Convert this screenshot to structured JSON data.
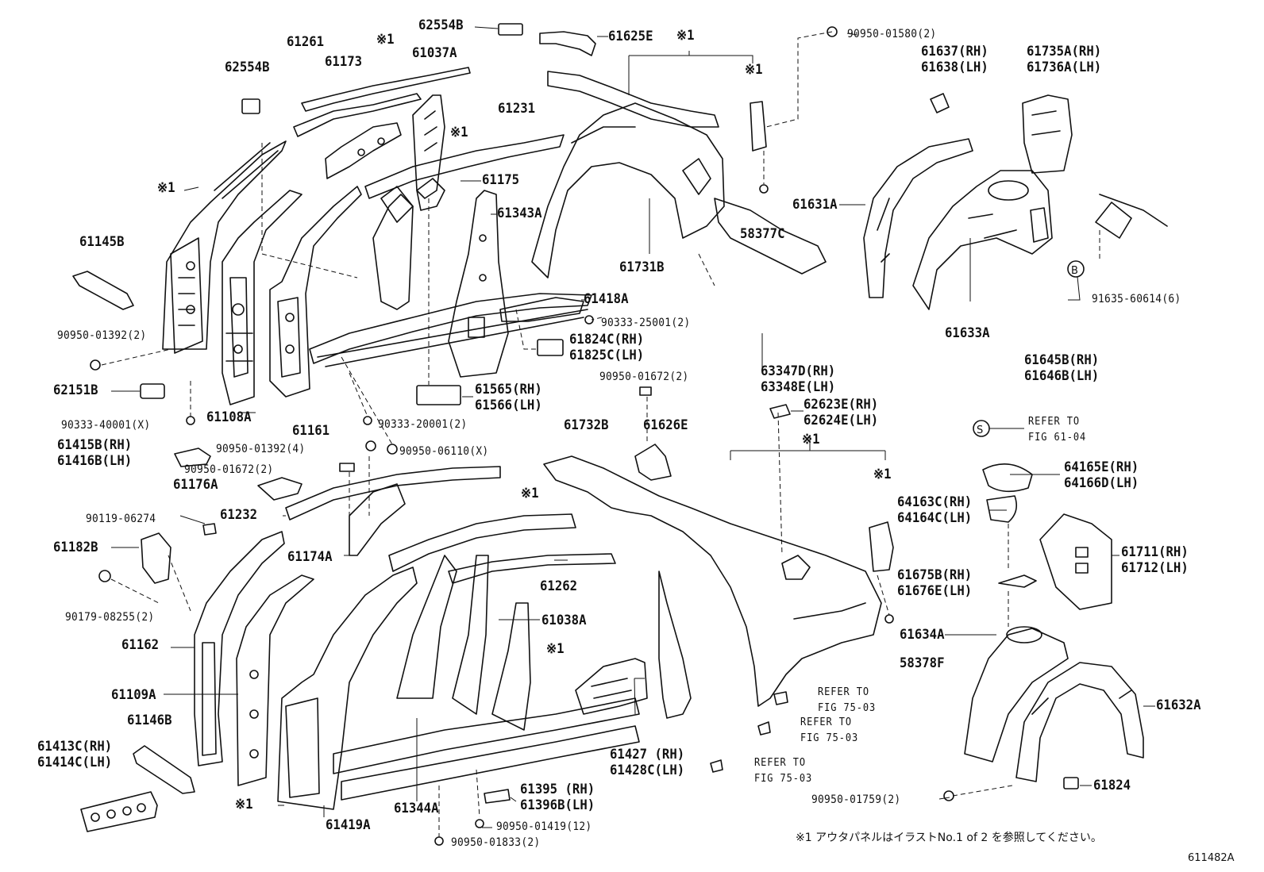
{
  "diagram": {
    "figure_code": "611482A",
    "footnote": "※1 アウタパネルはイラストNo.1 of 2 を参照してください。",
    "legend_markers": [
      {
        "symbol": "S",
        "text_line1": "REFER TO",
        "text_line2": "FIG 61-04"
      },
      {
        "symbol": "B",
        "code": "91635-60614(6)"
      }
    ],
    "labels": [
      {
        "id": "l1",
        "lines": [
          "62554B"
        ]
      },
      {
        "id": "l2",
        "lines": [
          "61625E"
        ]
      },
      {
        "id": "l3",
        "lines": [
          "※1"
        ]
      },
      {
        "id": "l4",
        "lines": [
          "90950-01580(2)"
        ]
      },
      {
        "id": "l5",
        "lines": [
          "61261"
        ]
      },
      {
        "id": "l6",
        "lines": [
          "※1"
        ]
      },
      {
        "id": "l7",
        "lines": [
          "61037A"
        ]
      },
      {
        "id": "l8",
        "lines": [
          "61637(RH)",
          "61638(LH)"
        ]
      },
      {
        "id": "l9",
        "lines": [
          "61735A(RH)",
          "61736A(LH)"
        ]
      },
      {
        "id": "l10",
        "lines": [
          "62554B"
        ]
      },
      {
        "id": "l11",
        "lines": [
          "61173"
        ]
      },
      {
        "id": "l12",
        "lines": [
          "※1"
        ]
      },
      {
        "id": "l13",
        "lines": [
          "61231"
        ]
      },
      {
        "id": "l14",
        "lines": [
          "※1"
        ]
      },
      {
        "id": "l15",
        "lines": [
          "※1"
        ]
      },
      {
        "id": "l16",
        "lines": [
          "61175"
        ]
      },
      {
        "id": "l17",
        "lines": [
          "61631A"
        ]
      },
      {
        "id": "l18",
        "lines": [
          "61343A"
        ]
      },
      {
        "id": "l19",
        "lines": [
          "58377C"
        ]
      },
      {
        "id": "l20",
        "lines": [
          "61145B"
        ]
      },
      {
        "id": "l21",
        "lines": [
          "61731B"
        ]
      },
      {
        "id": "l22",
        "lines": [
          "91635-60614(6)"
        ]
      },
      {
        "id": "l23",
        "lines": [
          "61418A"
        ]
      },
      {
        "id": "l24",
        "lines": [
          "90333-25001(2)"
        ]
      },
      {
        "id": "l25",
        "lines": [
          "90950-01392(2)"
        ]
      },
      {
        "id": "l26",
        "lines": [
          "61633A"
        ]
      },
      {
        "id": "l27",
        "lines": [
          "61824C(RH)",
          "61825C(LH)"
        ]
      },
      {
        "id": "l28",
        "lines": [
          "63347D(RH)",
          "63348E(LH)"
        ]
      },
      {
        "id": "l29",
        "lines": [
          "61645B(RH)",
          "61646B(LH)"
        ]
      },
      {
        "id": "l30",
        "lines": [
          "90950-01672(2)"
        ]
      },
      {
        "id": "l31",
        "lines": [
          "62151B"
        ]
      },
      {
        "id": "l32",
        "lines": [
          "61565(RH)",
          "61566(LH)"
        ]
      },
      {
        "id": "l33",
        "lines": [
          "62623E(RH)",
          "62624E(LH)"
        ]
      },
      {
        "id": "l34",
        "lines": [
          "90333-40001(X)"
        ]
      },
      {
        "id": "l35",
        "lines": [
          "61108A"
        ]
      },
      {
        "id": "l36",
        "lines": [
          "90333-20001(2)"
        ]
      },
      {
        "id": "l37",
        "lines": [
          "61732B"
        ]
      },
      {
        "id": "l38",
        "lines": [
          "61626E"
        ]
      },
      {
        "id": "l39",
        "lines": [
          "※1"
        ]
      },
      {
        "id": "l40",
        "lines": [
          "61161"
        ]
      },
      {
        "id": "l41",
        "lines": [
          "REFER TO",
          "FIG 61-04"
        ]
      },
      {
        "id": "l42",
        "lines": [
          "61415B(RH)",
          "61416B(LH)"
        ]
      },
      {
        "id": "l43",
        "lines": [
          "90950-01392(4)"
        ]
      },
      {
        "id": "l44",
        "lines": [
          "90950-06110(X)"
        ]
      },
      {
        "id": "l45",
        "lines": [
          "64165E(RH)",
          "64166D(LH)"
        ]
      },
      {
        "id": "l46",
        "lines": [
          "90950-01672(2)"
        ]
      },
      {
        "id": "l47",
        "lines": [
          "※1"
        ]
      },
      {
        "id": "l48",
        "lines": [
          "61176A"
        ]
      },
      {
        "id": "l49",
        "lines": [
          "61232"
        ]
      },
      {
        "id": "l50",
        "lines": [
          "※1"
        ]
      },
      {
        "id": "l51",
        "lines": [
          "64163C(RH)",
          "64164C(LH)"
        ]
      },
      {
        "id": "l52",
        "lines": [
          "90119-06274"
        ]
      },
      {
        "id": "l53",
        "lines": [
          "61182B"
        ]
      },
      {
        "id": "l54",
        "lines": [
          "61174A"
        ]
      },
      {
        "id": "l55",
        "lines": [
          "61711(RH)",
          "61712(LH)"
        ]
      },
      {
        "id": "l56",
        "lines": [
          "61675B(RH)",
          "61676E(LH)"
        ]
      },
      {
        "id": "l57",
        "lines": [
          "61262"
        ]
      },
      {
        "id": "l58",
        "lines": [
          "90179-08255(2)"
        ]
      },
      {
        "id": "l59",
        "lines": [
          "61038A"
        ]
      },
      {
        "id": "l60",
        "lines": [
          "61634A"
        ]
      },
      {
        "id": "l61",
        "lines": [
          "61162"
        ]
      },
      {
        "id": "l62",
        "lines": [
          "※1"
        ]
      },
      {
        "id": "l63",
        "lines": [
          "58378F"
        ]
      },
      {
        "id": "l64",
        "lines": [
          "61109A"
        ]
      },
      {
        "id": "l65",
        "lines": [
          "REFER TO",
          "FIG 75-03"
        ]
      },
      {
        "id": "l66",
        "lines": [
          "61632A"
        ]
      },
      {
        "id": "l67",
        "lines": [
          "61146B"
        ]
      },
      {
        "id": "l68",
        "lines": [
          "REFER TO",
          "FIG 75-03"
        ]
      },
      {
        "id": "l69",
        "lines": [
          "61413C(RH)",
          "61414C(LH)"
        ]
      },
      {
        "id": "l70",
        "lines": [
          "61427 (RH)",
          "61428C(LH)"
        ]
      },
      {
        "id": "l71",
        "lines": [
          "REFER TO",
          "FIG 75-03"
        ]
      },
      {
        "id": "l72",
        "lines": [
          "61395 (RH)",
          "61396B(LH)"
        ]
      },
      {
        "id": "l73",
        "lines": [
          "61824"
        ]
      },
      {
        "id": "l74",
        "lines": [
          "90950-01759(2)"
        ]
      },
      {
        "id": "l75",
        "lines": [
          "※1"
        ]
      },
      {
        "id": "l76",
        "lines": [
          "61344A"
        ]
      },
      {
        "id": "l77",
        "lines": [
          "61419A"
        ]
      },
      {
        "id": "l78",
        "lines": [
          "90950-01419(12)"
        ]
      },
      {
        "id": "l79",
        "lines": [
          "90950-01833(2)"
        ]
      }
    ]
  }
}
